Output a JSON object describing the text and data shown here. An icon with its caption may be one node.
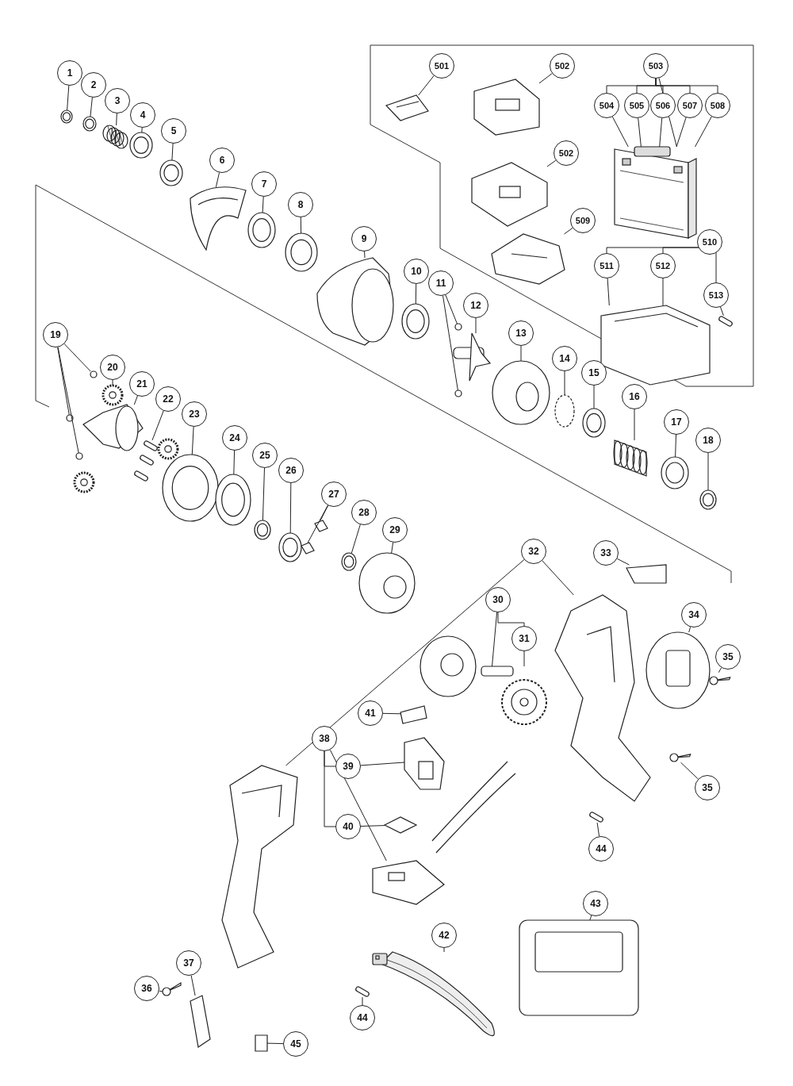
{
  "diagram": {
    "nodes": [
      {
        "text": [
          "1"
        ]
      },
      {
        "text": [
          "2"
        ]
      },
      {
        "text": [
          "3"
        ]
      },
      {
        "text": [
          "4"
        ]
      },
      {
        "text": [
          "5"
        ]
      },
      {
        "text": [
          "6"
        ]
      },
      {
        "text": [
          "7"
        ]
      },
      {
        "text": [
          "8"
        ]
      },
      {
        "text": [
          "9"
        ]
      },
      {
        "text": [
          "10"
        ]
      },
      {
        "text": [
          "11"
        ]
      },
      {
        "text": [
          "12"
        ]
      },
      {
        "text": [
          "13"
        ]
      },
      {
        "text": [
          "14"
        ]
      },
      {
        "text": [
          "15"
        ]
      },
      {
        "text": [
          "16"
        ]
      },
      {
        "text": [
          "17"
        ]
      },
      {
        "text": [
          "18"
        ]
      },
      {
        "text": [
          "19"
        ]
      },
      {
        "text": [
          "20"
        ]
      },
      {
        "text": [
          "21"
        ]
      },
      {
        "text": [
          "22"
        ]
      },
      {
        "text": [
          "23"
        ]
      },
      {
        "text": [
          "24"
        ]
      },
      {
        "text": [
          "25"
        ]
      },
      {
        "text": [
          "26"
        ]
      },
      {
        "text": [
          "27"
        ]
      },
      {
        "text": [
          "28"
        ]
      },
      {
        "text": [
          "29"
        ]
      },
      {
        "text": [
          "30"
        ]
      },
      {
        "text": [
          "31"
        ]
      },
      {
        "text": [
          "32"
        ]
      },
      {
        "text": [
          "33"
        ]
      },
      {
        "text": [
          "34"
        ]
      },
      {
        "text": [
          "35"
        ]
      },
      {
        "text": [
          "35"
        ]
      },
      {
        "text": [
          "36"
        ]
      },
      {
        "text": [
          "37"
        ]
      },
      {
        "text": [
          "38"
        ]
      },
      {
        "text": [
          "39"
        ]
      },
      {
        "text": [
          "40"
        ]
      },
      {
        "text": [
          "41"
        ]
      },
      {
        "text": [
          "42"
        ]
      },
      {
        "text": [
          "43"
        ]
      },
      {
        "text": [
          "44"
        ]
      },
      {
        "text": [
          "44"
        ]
      },
      {
        "text": [
          "45"
        ]
      },
      {
        "text": [
          "501"
        ]
      },
      {
        "text": [
          "502"
        ]
      },
      {
        "text": [
          "502"
        ]
      },
      {
        "text": [
          "503"
        ]
      },
      {
        "text": [
          "504"
        ]
      },
      {
        "text": [
          "505"
        ]
      },
      {
        "text": [
          "506"
        ]
      },
      {
        "text": [
          "507"
        ]
      },
      {
        "text": [
          "508"
        ]
      },
      {
        "text": [
          "509"
        ]
      },
      {
        "text": [
          "510"
        ]
      },
      {
        "text": [
          "511"
        ]
      },
      {
        "text": [
          "512"
        ]
      },
      {
        "text": [
          "513"
        ]
      },
      {
        "text": [],
        "shape": "picture"
      },
      {
        "text": [],
        "shape": "picture"
      },
      {
        "text": [],
        "shape": "picture"
      },
      {
        "text": [],
        "shape": "picture"
      },
      {
        "text": [],
        "shape": "picture"
      },
      {
        "text": [],
        "shape": "picture"
      },
      {
        "text": [],
        "shape": "picture"
      },
      {
        "text": [],
        "shape": "picture"
      },
      {
        "text": [],
        "shape": "picture"
      },
      {
        "text": [],
        "shape": "picture"
      },
      {
        "text": [],
        "shape": "circle"
      },
      {
        "text": [],
        "shape": "circle"
      },
      {
        "text": [],
        "shape": "picture"
      },
      {
        "text": [],
        "shape": "picture"
      },
      {
        "text": [],
        "shape": "circle"
      },
      {
        "text": [],
        "shape": "picture"
      },
      {
        "text": [],
        "shape": "cylinder"
      },
      {
        "text": [],
        "shape": "picture"
      },
      {
        "text": [],
        "shape": "picture"
      },
      {
        "text": [],
        "shape": "circle"
      },
      {
        "text": [],
        "shape": "circle"
      },
      {
        "text": [],
        "shape": "circle"
      },
      {
        "text": [],
        "shape": "picture"
      },
      {
        "text": [],
        "shape": "picture"
      },
      {
        "text": [],
        "shape": "bar"
      },
      {
        "text": [],
        "shape": "picture"
      },
      {
        "text": [],
        "shape": "picture"
      },
      {
        "text": [],
        "shape": "picture"
      },
      {
        "text": [],
        "shape": "picture"
      },
      {
        "text": [],
        "shape": "box"
      },
      {
        "text": [],
        "shape": "box"
      },
      {
        "text": [],
        "shape": "picture"
      },
      {
        "text": [],
        "shape": "picture"
      },
      {
        "text": [],
        "shape": "picture"
      },
      {
        "text": [],
        "shape": "picture"
      },
      {
        "text": [],
        "shape": "picture"
      },
      {
        "text": [],
        "shape": "box"
      },
      {
        "text": [],
        "shape": "picture"
      },
      {
        "text": [],
        "shape": "picture"
      },
      {
        "text": [],
        "shape": "picture"
      },
      {
        "text": [],
        "shape": "picture"
      },
      {
        "text": [],
        "shape": "box"
      },
      {
        "text": [],
        "shape": "picture"
      },
      {
        "text": [],
        "shape": "picture"
      },
      {
        "text": [],
        "shape": "diamond"
      },
      {
        "text": [],
        "shape": "box"
      },
      {
        "text": [],
        "shape": "picture"
      },
      {
        "text": [],
        "shape": "picture"
      },
      {
        "text": [],
        "shape": "bar"
      },
      {
        "text": [],
        "shape": "bar"
      },
      {
        "text": [],
        "shape": "box"
      },
      {
        "text": [],
        "shape": "picture"
      },
      {
        "text": [],
        "shape": "picture"
      },
      {
        "text": [],
        "shape": "picture"
      },
      {
        "text": [],
        "shape": "picture"
      },
      {
        "text": [],
        "shape": "picture"
      },
      {
        "text": [],
        "shape": "picture"
      },
      {
        "text": [],
        "shape": "bar"
      }
    ],
    "edges": [
      {
        "from": 0,
        "to": 61,
        "arrow": "none"
      },
      {
        "from": 1,
        "to": 62,
        "arrow": "none"
      },
      {
        "from": 2,
        "to": 63,
        "arrow": "none"
      },
      {
        "from": 3,
        "to": 64,
        "arrow": "none"
      },
      {
        "from": 4,
        "to": 65,
        "arrow": "none"
      },
      {
        "from": 5,
        "to": 66,
        "arrow": "none"
      },
      {
        "from": 6,
        "to": 67,
        "arrow": "none"
      },
      {
        "from": 7,
        "to": 68,
        "arrow": "none"
      },
      {
        "from": 8,
        "to": 69,
        "arrow": "none"
      },
      {
        "from": 9,
        "to": 70,
        "arrow": "none"
      },
      {
        "from": 10,
        "to": 71,
        "arrow": "none"
      },
      {
        "from": 10,
        "to": 72,
        "arrow": "none"
      },
      {
        "from": 11,
        "to": 73,
        "arrow": "none"
      },
      {
        "from": 12,
        "to": 74,
        "arrow": "none"
      },
      {
        "from": 13,
        "to": 75,
        "arrow": "none"
      },
      {
        "from": 14,
        "to": 76,
        "arrow": "none"
      },
      {
        "from": 15,
        "to": 77,
        "arrow": "none"
      },
      {
        "from": 16,
        "to": 78,
        "arrow": "none"
      },
      {
        "from": 17,
        "to": 79,
        "arrow": "none"
      },
      {
        "from": 18,
        "to": 80,
        "arrow": "none"
      },
      {
        "from": 18,
        "to": 81,
        "arrow": "none"
      },
      {
        "from": 18,
        "to": 82,
        "arrow": "none"
      },
      {
        "from": 19,
        "to": 83,
        "arrow": "none"
      },
      {
        "from": 20,
        "to": 84,
        "arrow": "none"
      },
      {
        "from": 21,
        "to": 85,
        "arrow": "none"
      },
      {
        "from": 22,
        "to": 86,
        "arrow": "none"
      },
      {
        "from": 23,
        "to": 87,
        "arrow": "none"
      },
      {
        "from": 24,
        "to": 88,
        "arrow": "none"
      },
      {
        "from": 25,
        "to": 89,
        "arrow": "none"
      },
      {
        "from": 26,
        "to": 90,
        "arrow": "none"
      },
      {
        "from": 26,
        "to": 91,
        "arrow": "none"
      },
      {
        "from": 27,
        "to": 92,
        "arrow": "none"
      },
      {
        "from": 28,
        "to": 93,
        "arrow": "none"
      },
      {
        "from": 29,
        "to": 30,
        "arrow": "none"
      },
      {
        "from": 29,
        "to": 94,
        "arrow": "none"
      },
      {
        "from": 30,
        "to": 94,
        "arrow": "none"
      },
      {
        "from": 31,
        "to": 95,
        "arrow": "none"
      },
      {
        "from": 31,
        "to": 96,
        "arrow": "none"
      },
      {
        "from": 32,
        "to": 97,
        "arrow": "none"
      },
      {
        "from": 33,
        "to": 98,
        "arrow": "none"
      },
      {
        "from": 34,
        "to": 99,
        "arrow": "none"
      },
      {
        "from": 35,
        "to": 100,
        "arrow": "none"
      },
      {
        "from": 36,
        "to": 101,
        "arrow": "none"
      },
      {
        "from": 37,
        "to": 102,
        "arrow": "none"
      },
      {
        "from": 38,
        "to": 39,
        "arrow": "none"
      },
      {
        "from": 38,
        "to": 40,
        "arrow": "none"
      },
      {
        "from": 38,
        "to": 103,
        "arrow": "none"
      },
      {
        "from": 39,
        "to": 104,
        "arrow": "none"
      },
      {
        "from": 40,
        "to": 105,
        "arrow": "none"
      },
      {
        "from": 41,
        "to": 106,
        "arrow": "none"
      },
      {
        "from": 42,
        "to": 107,
        "arrow": "none"
      },
      {
        "from": 43,
        "to": 108,
        "arrow": "none"
      },
      {
        "from": 44,
        "to": 109,
        "arrow": "none"
      },
      {
        "from": 45,
        "to": 110,
        "arrow": "none"
      },
      {
        "from": 46,
        "to": 111,
        "arrow": "none"
      },
      {
        "from": 47,
        "to": 112,
        "arrow": "none"
      },
      {
        "from": 48,
        "to": 113,
        "arrow": "none"
      },
      {
        "from": 49,
        "to": 114,
        "arrow": "none"
      },
      {
        "from": 50,
        "to": 51,
        "arrow": "none"
      },
      {
        "from": 50,
        "to": 52,
        "arrow": "none"
      },
      {
        "from": 50,
        "to": 53,
        "arrow": "none"
      },
      {
        "from": 50,
        "to": 54,
        "arrow": "none"
      },
      {
        "from": 50,
        "to": 55,
        "arrow": "none"
      },
      {
        "from": 50,
        "to": 115,
        "arrow": "none"
      },
      {
        "from": 51,
        "to": 115,
        "arrow": "none"
      },
      {
        "from": 52,
        "to": 115,
        "arrow": "none"
      },
      {
        "from": 53,
        "to": 115,
        "arrow": "none"
      },
      {
        "from": 54,
        "to": 115,
        "arrow": "none"
      },
      {
        "from": 55,
        "to": 115,
        "arrow": "none"
      },
      {
        "from": 56,
        "to": 116,
        "arrow": "none"
      },
      {
        "from": 57,
        "to": 58,
        "arrow": "none"
      },
      {
        "from": 57,
        "to": 59,
        "arrow": "none"
      },
      {
        "from": 57,
        "to": 60,
        "arrow": "none"
      },
      {
        "from": 58,
        "to": 117,
        "arrow": "none"
      },
      {
        "from": 59,
        "to": 117,
        "arrow": "none"
      },
      {
        "from": 60,
        "to": 118,
        "arrow": "none"
      }
    ]
  }
}
